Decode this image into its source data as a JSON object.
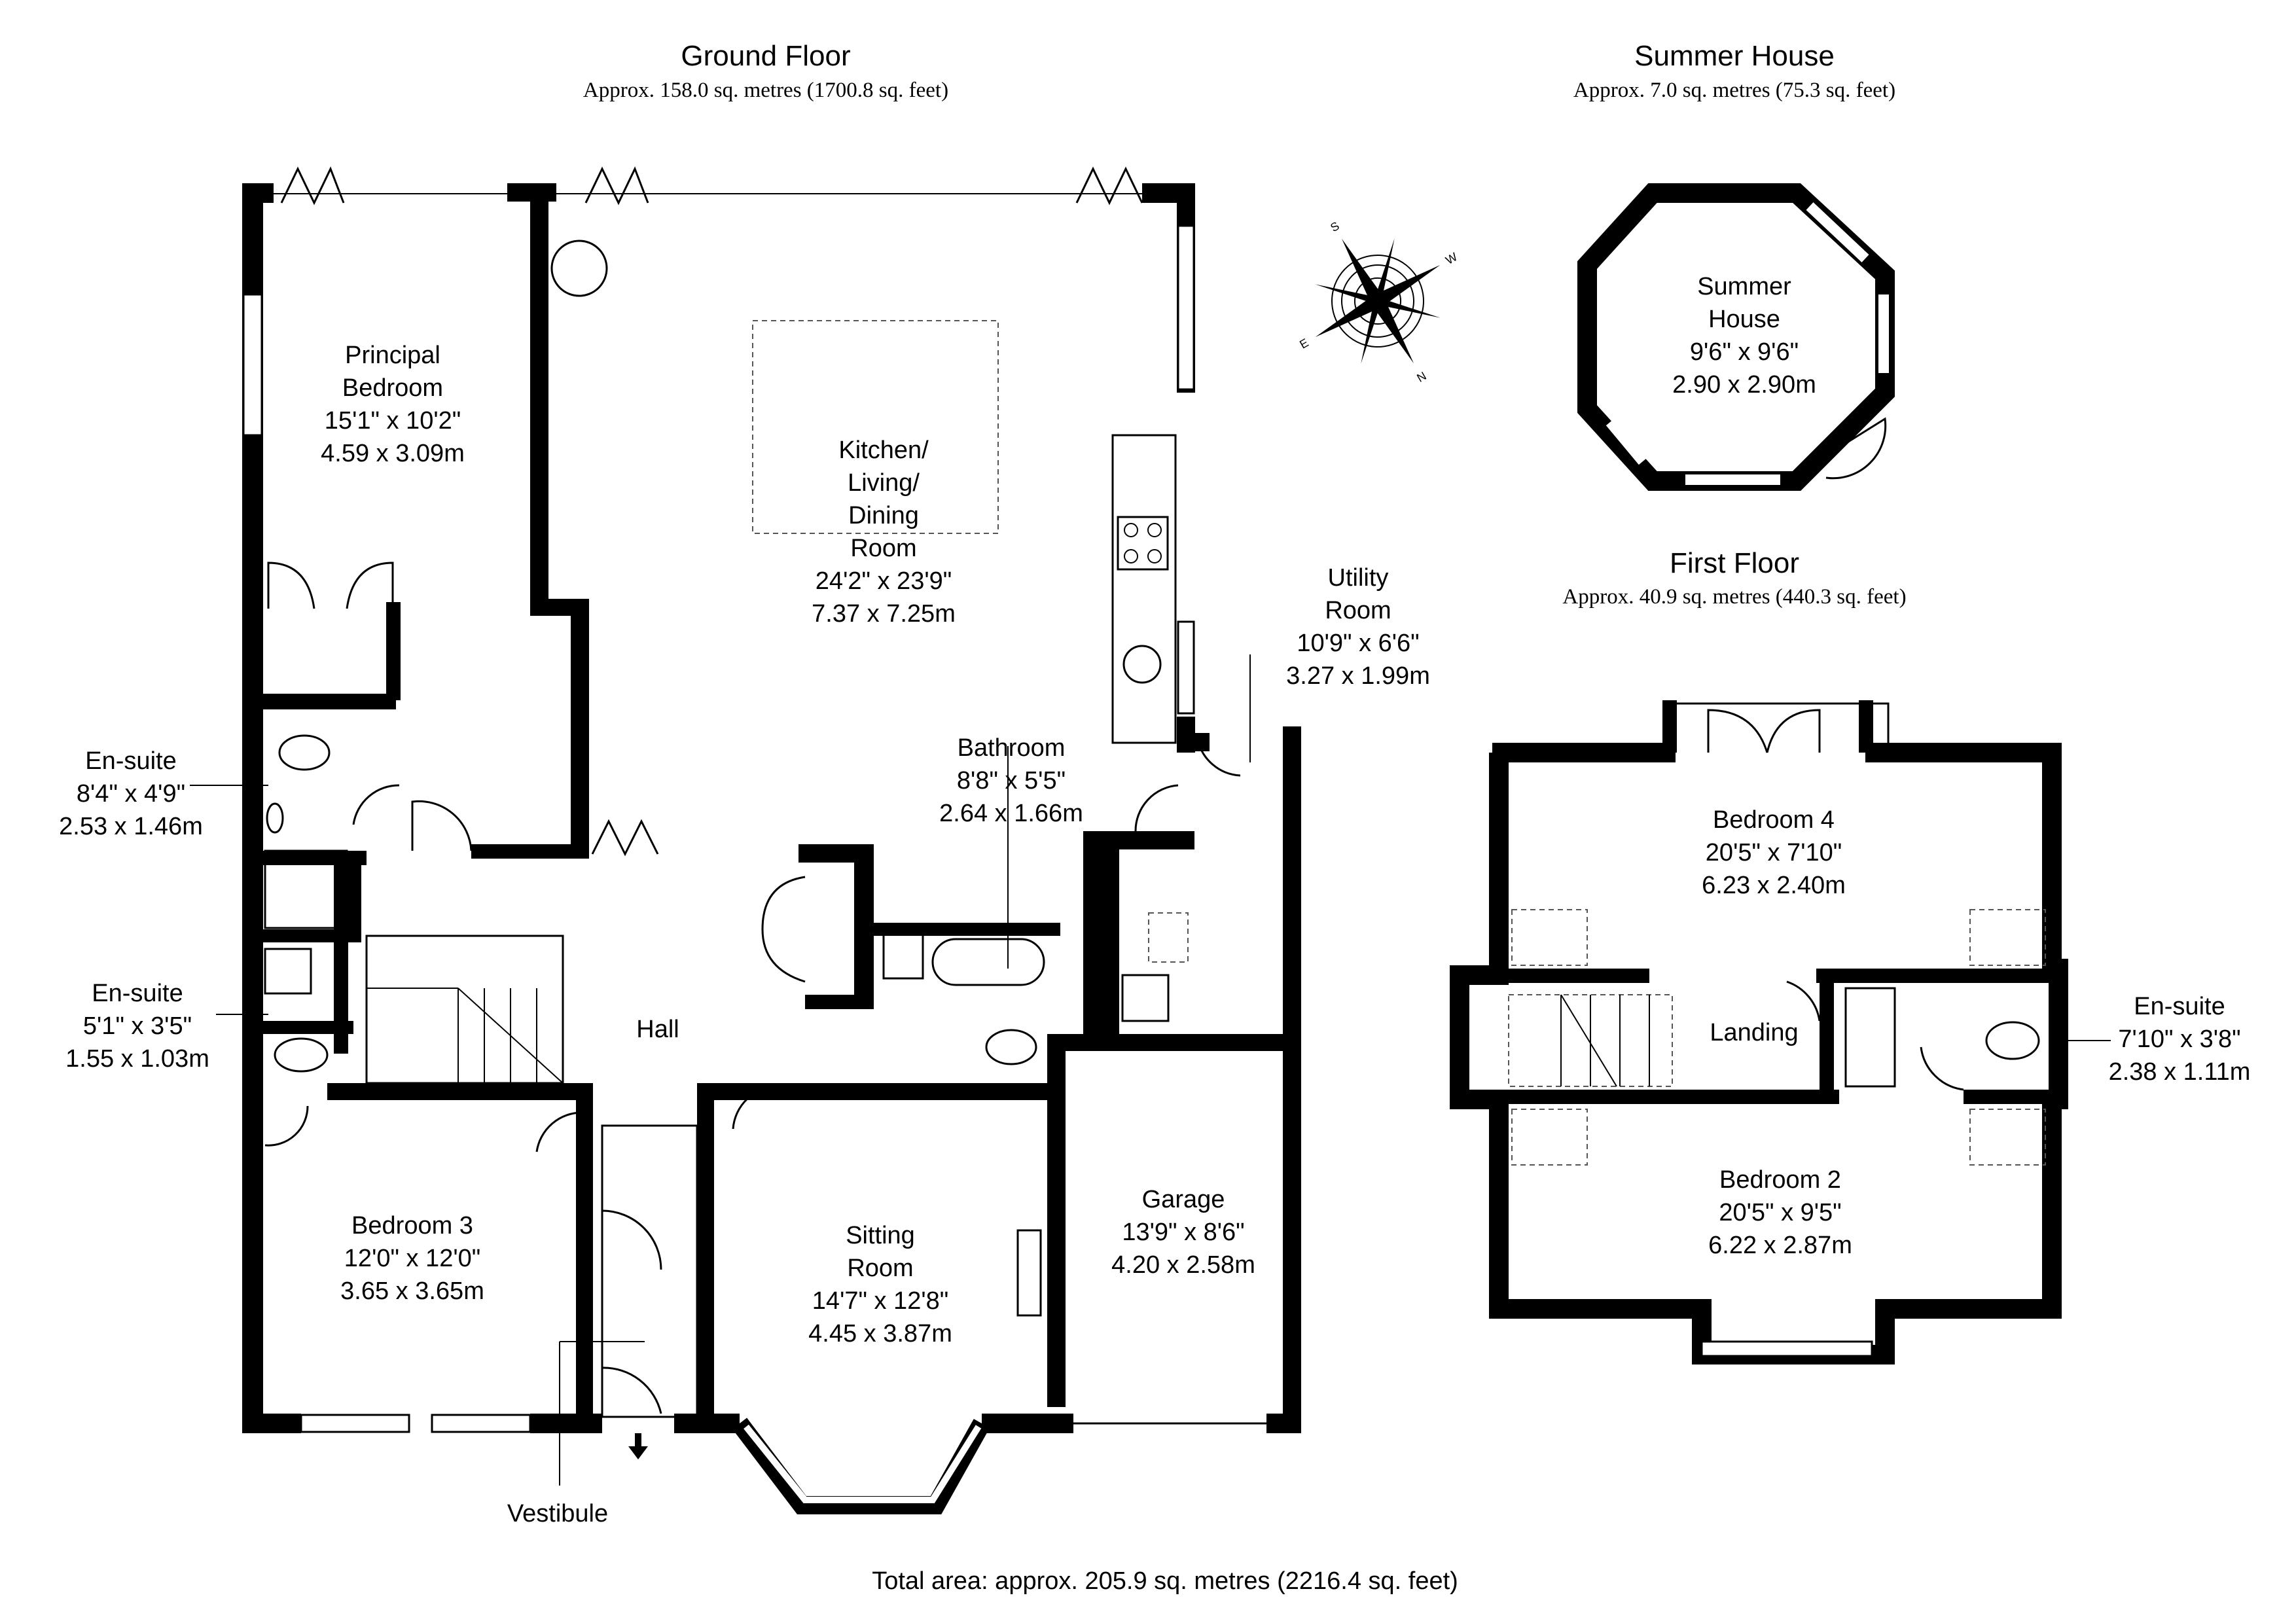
{
  "floors": {
    "ground": {
      "title": "Ground Floor",
      "area": "Approx. 158.0 sq. metres (1700.8 sq. feet)"
    },
    "summer": {
      "title": "Summer House",
      "area": "Approx. 7.0 sq. metres (75.3 sq. feet)"
    },
    "first": {
      "title": "First Floor",
      "area": "Approx. 40.9 sq. metres (440.3 sq. feet)"
    }
  },
  "rooms": {
    "principal_bedroom": {
      "l1": "Principal",
      "l2": "Bedroom",
      "imp": "15'1\" x 10'2\"",
      "met": "4.59 x 3.09m"
    },
    "kitchen": {
      "l1": "Kitchen/",
      "l2": "Living/",
      "l3": "Dining",
      "l4": "Room",
      "imp": "24'2\" x 23'9\"",
      "met": "7.37 x 7.25m"
    },
    "utility": {
      "l1": "Utility",
      "l2": "Room",
      "imp": "10'9\" x 6'6\"",
      "met": "3.27 x 1.99m"
    },
    "ensuite_1": {
      "l1": "En-suite",
      "imp": "8'4\" x 4'9\"",
      "met": "2.53 x 1.46m"
    },
    "bathroom": {
      "l1": "Bathroom",
      "imp": "8'8\" x 5'5\"",
      "met": "2.64 x 1.66m"
    },
    "ensuite_2": {
      "l1": "En-suite",
      "imp": "5'1\" x 3'5\"",
      "met": "1.55 x 1.03m"
    },
    "hall": {
      "l1": "Hall"
    },
    "bedroom_3": {
      "l1": "Bedroom 3",
      "imp": "12'0\" x 12'0\"",
      "met": "3.65 x 3.65m"
    },
    "sitting_room": {
      "l1": "Sitting",
      "l2": "Room",
      "imp": "14'7\" x 12'8\"",
      "met": "4.45 x 3.87m"
    },
    "garage": {
      "l1": "Garage",
      "imp": "13'9\" x 8'6\"",
      "met": "4.20 x 2.58m"
    },
    "vestibule": {
      "l1": "Vestibule"
    },
    "summer_house": {
      "l1": "Summer",
      "l2": "House",
      "imp": "9'6\" x 9'6\"",
      "met": "2.90 x 2.90m"
    },
    "bedroom_4": {
      "l1": "Bedroom 4",
      "imp": "20'5\" x 7'10\"",
      "met": "6.23 x 2.40m"
    },
    "landing": {
      "l1": "Landing"
    },
    "ensuite_3": {
      "l1": "En-suite",
      "imp": "7'10\" x 3'8\"",
      "met": "2.38 x 1.11m"
    },
    "bedroom_2": {
      "l1": "Bedroom 2",
      "imp": "20'5\" x 9'5\"",
      "met": "6.22 x 2.87m"
    }
  },
  "compass": {
    "letters": [
      "N",
      "E",
      "S",
      "W"
    ]
  },
  "total_area": "Total area: approx. 205.9 sq. metres (2216.4 sq. feet)",
  "colors": {
    "walls": "#000000",
    "background": "#ffffff"
  }
}
